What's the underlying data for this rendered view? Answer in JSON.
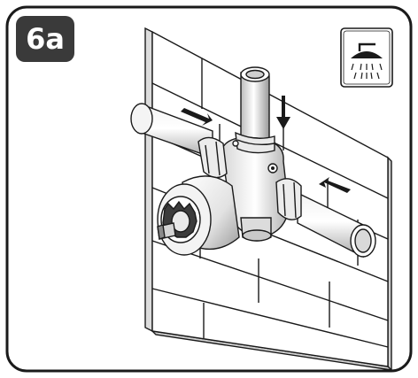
{
  "step_label": "6a",
  "icon": {
    "name": "shower-icon"
  },
  "colors": {
    "frame_stroke": "#1a1a1a",
    "badge_fill": "#3a3a3a",
    "badge_text": "#ffffff",
    "line": "#1a1a1a",
    "shade_light": "#e6e6e6",
    "shade_mid": "#bdbdbd",
    "shade_dark": "#8a8a8a"
  },
  "arrows": {
    "flow_directions": [
      "right",
      "down",
      "left"
    ]
  }
}
